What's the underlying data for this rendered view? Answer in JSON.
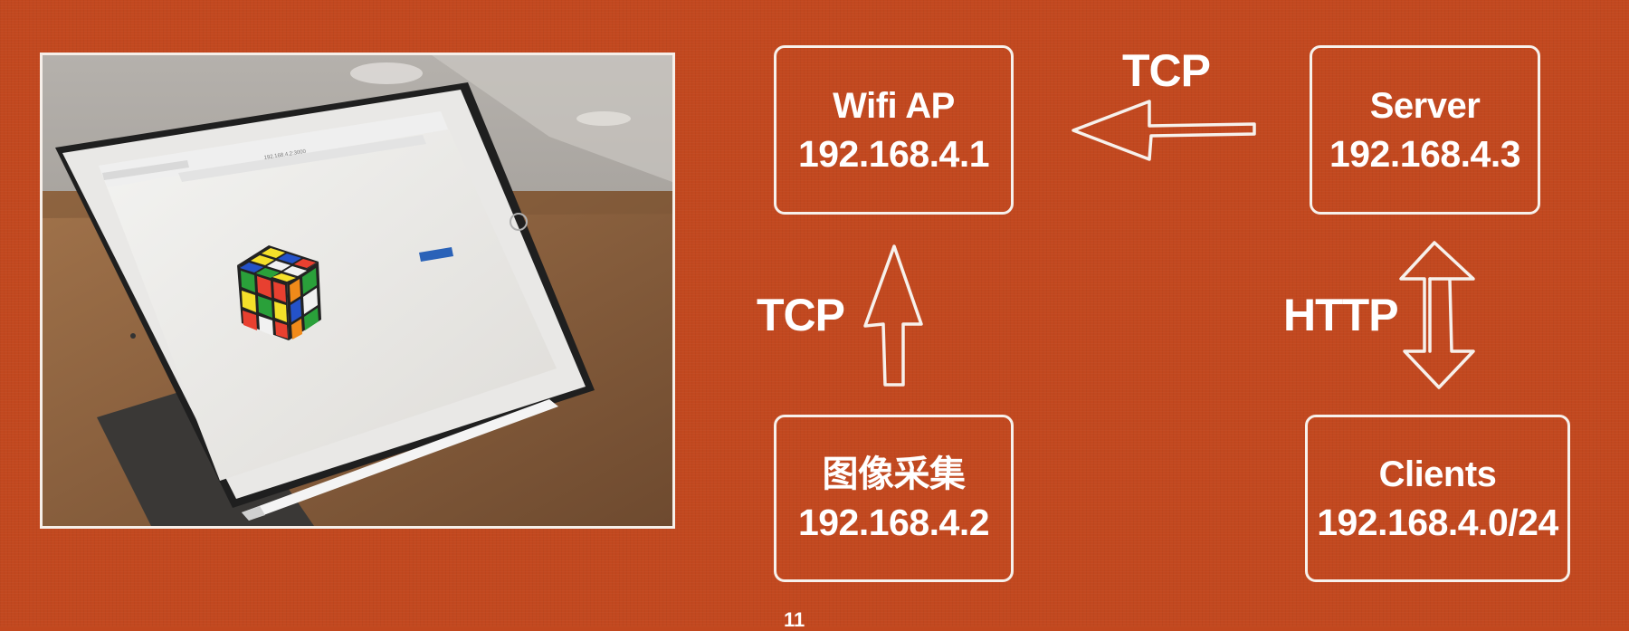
{
  "nodes": {
    "wifi": {
      "name": "Wifi AP",
      "ip": "192.168.4.1"
    },
    "server": {
      "name": "Server",
      "ip": "192.168.4.3"
    },
    "camera": {
      "name": "图像采集",
      "ip": "192.168.4.2"
    },
    "clients": {
      "name": "Clients",
      "ip": "192.168.4.0/24"
    }
  },
  "links": {
    "server_to_wifi": {
      "protocol": "TCP",
      "direction": "server → wifi AP"
    },
    "camera_to_wifi": {
      "protocol": "TCP",
      "direction": "图像采集 → wifi AP"
    },
    "server_clients": {
      "protocol": "HTTP",
      "direction": "server ↔ clients"
    }
  },
  "photo": {
    "subject": "tablet-showing-rubik-cube-game"
  },
  "page_number": "11",
  "colors": {
    "background": "#c2481f",
    "stroke": "#f7f1ec",
    "text": "#ffffff"
  }
}
